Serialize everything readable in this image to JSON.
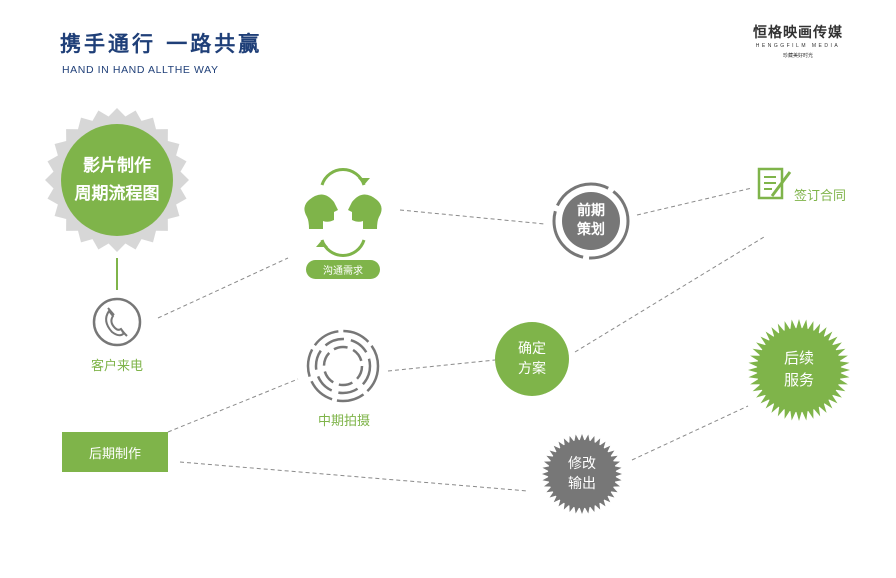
{
  "header": {
    "title_cn": "携手通行  一路共赢",
    "title_en": "HAND IN HAND  ALLTHE WAY"
  },
  "brand": {
    "name_cn": "恒格映画传媒",
    "name_en": "HENGGFILM MEDIA",
    "slogan": "珍藏美好时光"
  },
  "diagram": {
    "center_title_line1": "影片制作",
    "center_title_line2": "周期流程图",
    "nodes": {
      "customer_call": "客户来电",
      "communicate": "沟通需求",
      "pre_plan_line1": "前期",
      "pre_plan_line2": "策划",
      "sign_contract": "签订合同",
      "confirm_line1": "确定",
      "confirm_line2": "方案",
      "shooting": "中期拍摄",
      "post_production": "后期制作",
      "revise_line1": "修改",
      "revise_line2": "输出",
      "after_service_line1": "后续",
      "after_service_line2": "服务"
    }
  },
  "colors": {
    "green": "#7fb44a",
    "gray": "#777777",
    "dark_blue": "#1f3f78",
    "badge_gray": "#d7d7d7"
  }
}
